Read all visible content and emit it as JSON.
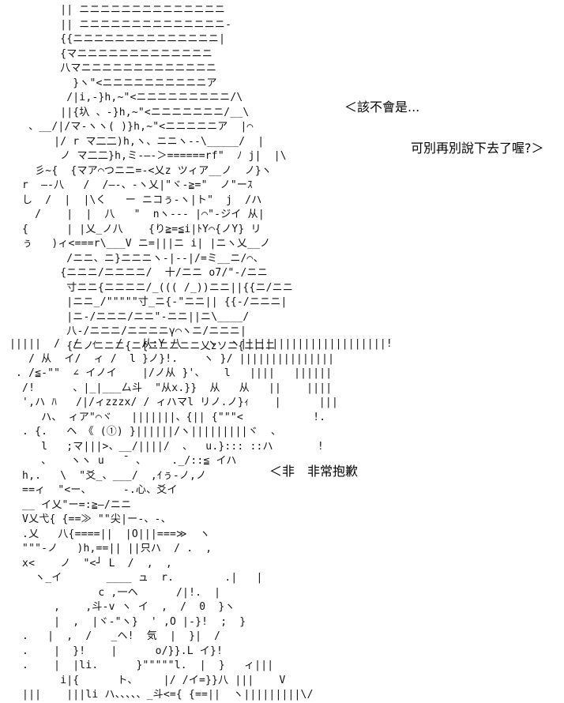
{
  "dialogue": {
    "line1": "＜該不會是...",
    "line2": "可別再別說下去了喔?＞",
    "line3": "＜非　非常抱歉"
  },
  "art": {
    "top": "        || ニニニニニニニニニニニニニニ\n        || ニニニニニニニニニニニニニニ-\n        {{ニニニニニニニニニニニニニニ|\n        {マニニニニニニニニニニニニニ\n        八マニニニニニニニニニニニニニ\n          }ヽ\"<ニニニニニニニニニニア\n         /|i,-}h,~\"<ニニニニニニニニニ/\\\n        ||{圦 、-}h,~\"<ニニニニニニニ/__\\\n   、__/|/マ-ヽヽ( )}h,~\"<ニニニニニア  |⌒\n       |/ r マ二二)h,ヽ、ニニヽ--\\_____/  |\n        ノ マ二二}h,ミ-―-＞======rf\"  ﾉ j|  |\\\n    彡~{  {マア⌒つニニ=-<乂z ツィア__ノ  ノ}ヽ\n  r  ―-八   /  /―-、-ヽ乂|\"ヾ-≧=\"  ノ\"ーｽ\n  し  /  |  |\\く   ー ニコぅ-ヽ|ト\"  j  /ハ\n    /    |  |  八   \"  nヽ--- |⌒\"-ジイ 从|\n  {      | |乂_ノ八    {り≧=≦i|ﾄY⌒{ノY} リ\n  ぅ   )ィ<===r\\___V ニ=|||ニ i| |ニヽ乂__ノ\n         /ニニ、ニ}ニニニヽ-|--|/=ミ__ニ/⌒、\n        {ニニニ/ニニニニ/  十/ニニ o7/\"-/ニニ\n         寸ニニ{ニニニニ/_((( /_))ニニ||{{ニ/ニニ\n         |ニニ_/\"\"\"\"\"寸_ニ{-\"ニニ|| {{-/ニニニ|\n         |ニ-/ニニニ/ニニ\"-ニニ||ニ\\____/\n         八-/ニニニ/ニニニニγ⌒ヽニ/ニニニ|\n         {ニノニニニ{ニ{ニニニニニ乂zソニ{ニニニ",
    "bottom": "|||||  /  /  ｨ   /   从:Y 八    ヽ  ヽ|||||||||||||||||||||||!\n   / 从  イ/  ィ /  l }ノ}!.    ヽ }/ |||||||||||||||\n . /≦-\"\"  ∠ イノイ    |/ノ从 }'、   l   ||||   ||||||\n  /!      、|_|___厶斗  \"从x.}}  从   从   ||    ||||\n  ',ハ ﾊ   /|/ィzzzx/ / ィハマl リノ.ノ}ｨ    |      |||\n     ハ、 ィア\"⌒ヾ   |||||||、{|| {\"\"\"<           !.\n  . {.   ヘ 《 (①) }||||||/ヽ|||||||||ヾ  、\n     l   ;マ|||>、__/||||/  、  u.}::: ::ハ       !\n     、   ヽヽ u   ̄  、    ._/::≦ イハ\n  h,.   \\  \"爻_、___/  ,ｲぅ-ノ,ノ\n  ==ィ  \"<ー、     -.心、爻イ\n  __ イ乂\"ー=:≧―/ニニ\n  V乂弋{ {==≫ \"\"尖|ー-、-、\n  .乂   八{====||  |O|||===≫  ヽ\n  \"\"\"-ノ   )h,==|| ||只ハ  / .  ,\n  x<    ノ  \"<┘ L  /  ,  ,\n    ヽ_イ       ____ ュ  r.        .|   |\n              c ,一ヘ      /|!.  |\n       ,    ,斗-v ヽ イ  ,  /  0  }ヽ\n       |  ,  |ヾ-\"ヽ}  ' ,O |-}!  ;  }\n  .   |  ,  /   _ヘ!  気  |  }|  /\n  .    |  }!    |      o/}}.L イ}!\n  .    |  |li.      }\"\"\"\"\"l.  |  }   ィ|||\n        i|{      ト、    |/ /イ=}}八 |||    V\n  |||    |||li ハ、、、、、_斗<={ {==||  ヽ|||||||||\\/"
  }
}
